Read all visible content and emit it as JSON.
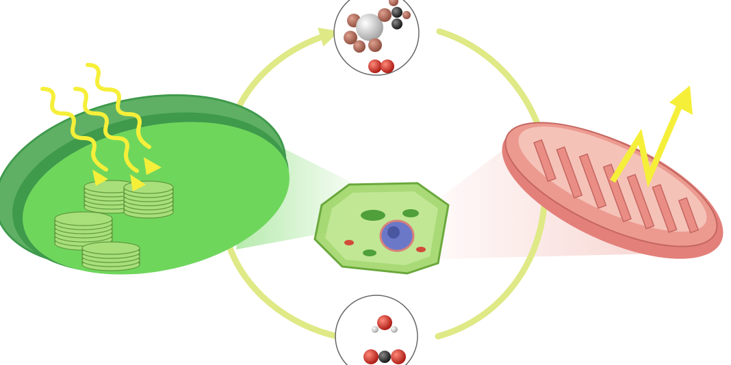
{
  "diagram": {
    "labels": [],
    "colors": {
      "background": "#ffffff",
      "cycle_arrow": "#dfe985",
      "chloroplast": "#6fd65c",
      "chloroplast_rim": "#3f9a4c",
      "thylakoid": "#a8df7a",
      "light": "#f5ef3a",
      "mitochondrion": "#ec9a90",
      "mitochondrion_inner": "#f5c2b8",
      "cell": "#9ad35f",
      "oxygen": "#d22b22",
      "carbon": "#333333",
      "hydrogen": "#c9d2dc",
      "glucose_core": "#c8c8c8",
      "glucose_atom": "#b86e5a"
    },
    "icons": [
      "chloroplast",
      "sunlight-arrows",
      "plant-cell",
      "mitochondrion",
      "energy-arrow",
      "glucose-oxygen-molecules",
      "water-co2-molecules",
      "cycle-arrows"
    ]
  }
}
